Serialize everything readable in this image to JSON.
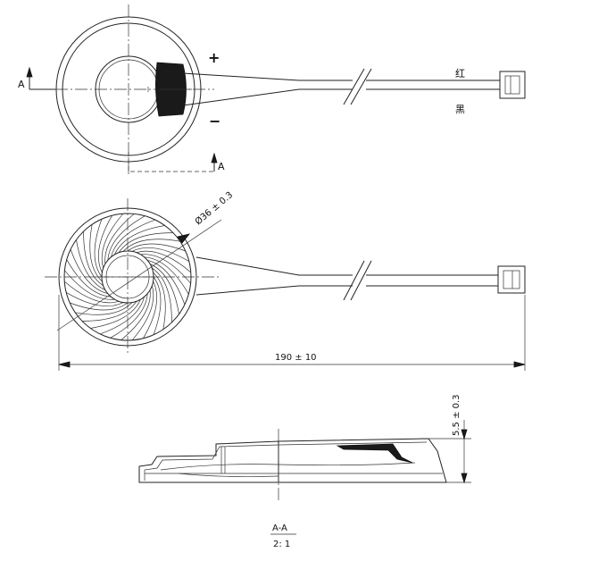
{
  "top_view": {
    "plus_label": "+",
    "minus_label": "−",
    "section_label_left": "A",
    "section_label_bottom": "A",
    "wire_red_label": "红",
    "wire_black_label": "黑"
  },
  "front_view": {
    "diameter_dim": "Ø36 ± 0.3",
    "length_dim": "190 ± 10"
  },
  "section_view": {
    "thickness_dim": "5.5 ± 0.3",
    "section_title": "A-A",
    "scale": "2: 1"
  },
  "colors": {
    "line": "#222222",
    "fill_dark": "#1a1a1a",
    "background": "#ffffff"
  }
}
